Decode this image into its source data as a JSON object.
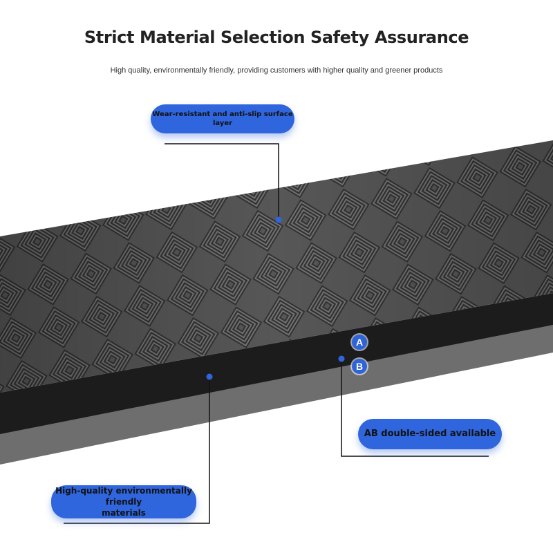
{
  "header": {
    "title": "Strict Material Selection Safety Assurance",
    "subtitle": "High quality, environmentally friendly, providing customers with higher quality and greener products"
  },
  "callouts": {
    "surface_layer": "Wear-resistant and anti-slip surface layer",
    "double_sided": "AB double-sided available",
    "materials_line1": "High-quality environmentally friendly",
    "materials_line2": "materials"
  },
  "badges": {
    "a": "A",
    "b": "B"
  },
  "colors": {
    "accent_blue": "#2f65dd",
    "mat_surface": "#555555",
    "mat_black_layer": "#1c1c1c",
    "mat_gray_layer": "#6e6e6e"
  }
}
